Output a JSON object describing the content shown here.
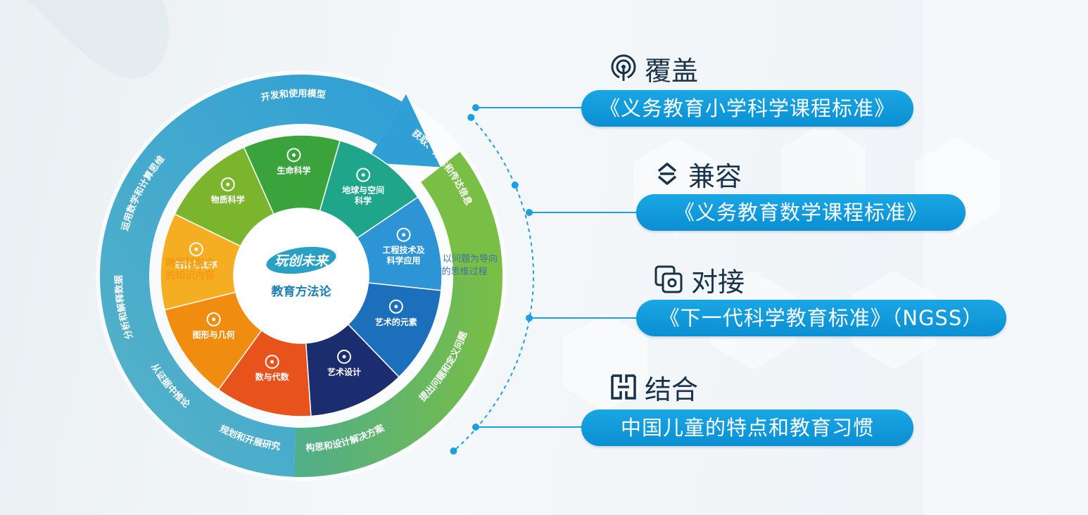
{
  "diagram": {
    "colors": {
      "blue_ring": "#2f9fd6",
      "green_ring": "#79be45",
      "connector": "#1aa0e3",
      "pill": "#0f97d9",
      "heading_text": "#17324a",
      "orange_label": "#f39a12"
    },
    "outer_ring": {
      "labels": [
        "开发和使用模型",
        "获取、评估和传达信息",
        "运用数学和计算思维",
        "分析和解释数据",
        "从证据中推论",
        "规划和开展研究",
        "构思和设计解决方案",
        "提出问题和定义问题"
      ]
    },
    "center": {
      "logo_text": "玩创未来",
      "title": "教育方法论"
    },
    "left_label": {
      "line1": "跨学科融合",
      "line2": "的知识内容"
    },
    "right_label": {
      "line1": "以问题为导向",
      "line2": "的思维过程"
    },
    "segments": [
      {
        "lines": [
          "物质科学"
        ],
        "icon": "leaf-icon",
        "color": "#7bb52e"
      },
      {
        "lines": [
          "生命科学"
        ],
        "icon": "heart-icon",
        "color": "#3aa33b"
      },
      {
        "lines": [
          "地球与空间",
          "科学"
        ],
        "icon": "globe-icon",
        "color": "#1ea58a"
      },
      {
        "lines": [
          "工程技术及",
          "科学应用"
        ],
        "icon": "tools-icon",
        "color": "#2d95d6"
      },
      {
        "lines": [
          "艺术的元素"
        ],
        "icon": "puzzle-icon",
        "color": "#1c6fbb"
      },
      {
        "lines": [
          "艺术设计"
        ],
        "icon": "palette-icon",
        "color": "#1b2c6f"
      },
      {
        "lines": [
          "数与代数"
        ],
        "icon": "calculator-icon",
        "color": "#e8531c"
      },
      {
        "lines": [
          "图形与几何"
        ],
        "icon": "cube-icon",
        "color": "#f08d10"
      },
      {
        "lines": [
          "统计与概率"
        ],
        "icon": "pie-chart-icon",
        "color": "#f5ad22"
      }
    ]
  },
  "features": [
    {
      "heading": "覆盖",
      "icon": "broadcast-icon",
      "pill": "《义务教育小学科学课程标准》"
    },
    {
      "heading": "兼容",
      "icon": "sync-icon",
      "pill": "《义务教育数学课程标准》"
    },
    {
      "heading": "对接",
      "icon": "connect-icon",
      "pill": "《下一代科学教育标准》（NGSS）"
    },
    {
      "heading": "结合",
      "icon": "combine-icon",
      "pill": "中国儿童的特点和教育习惯"
    }
  ]
}
